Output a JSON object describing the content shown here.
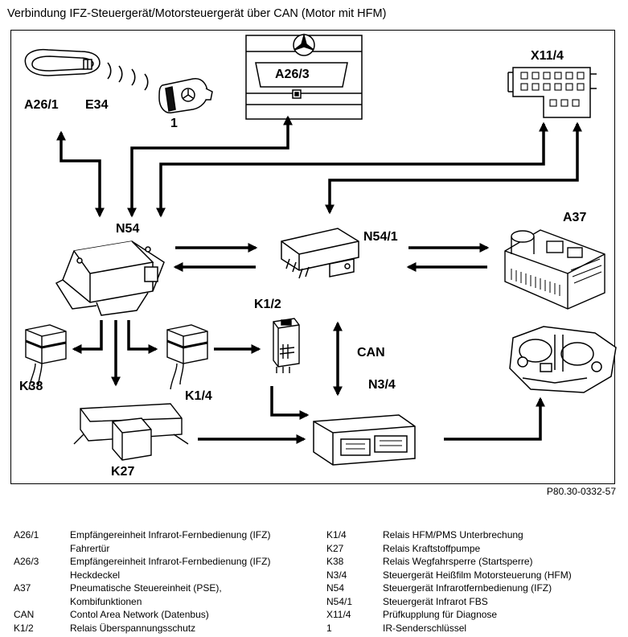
{
  "title": "Verbindung IFZ-Steuergerät/Motorsteuergerät über CAN (Motor mit HFM)",
  "labels": {
    "a26_1": "A26/1",
    "e34": "E34",
    "one": "1",
    "a26_3": "A26/3",
    "x11_4": "X11/4",
    "n54": "N54",
    "n54_1": "N54/1",
    "a37": "A37",
    "k1_2": "K1/2",
    "can": "CAN",
    "n3_4": "N3/4",
    "k38": "K38",
    "k1_4": "K1/4",
    "k27": "K27"
  },
  "figure_ref": "P80.30-0332-57",
  "legend_left": [
    {
      "key": "A26/1",
      "text": "Empfängereinheit Infrarot-Fernbedienung  (IFZ)",
      "cont": "Fahrertür"
    },
    {
      "key": "A26/3",
      "text": "Empfängereinheit Infrarot-Fernbedienung (IFZ)",
      "cont": "Heckdeckel"
    },
    {
      "key": "A37",
      "text": "Pneumatische Steuereinheit (PSE),",
      "cont": "Kombifunktionen"
    },
    {
      "key": "CAN",
      "text": "Contol Area Network (Datenbus)",
      "cont": ""
    },
    {
      "key": "K1/2",
      "text": "Relais Überspannungsschutz",
      "cont": ""
    }
  ],
  "legend_right": [
    {
      "key": "K1/4",
      "text": "Relais HFM/PMS Unterbrechung"
    },
    {
      "key": "K27",
      "text": "Relais Kraftstoffpumpe"
    },
    {
      "key": "K38",
      "text": "Relais Wegfahrsperre (Startsperre)"
    },
    {
      "key": "N3/4",
      "text": "Steuergerät Heißfilm Motorsteuerung (HFM)"
    },
    {
      "key": "N54",
      "text": "Steuergerät Infrarotfernbedienung (IFZ)"
    },
    {
      "key": "N54/1",
      "text": "Steuergerät Infrarot FBS"
    },
    {
      "key": "X11/4",
      "text": "Prüfkupplung für Diagnose"
    },
    {
      "key": "1",
      "text": "IR-Senderschlüssel"
    }
  ]
}
